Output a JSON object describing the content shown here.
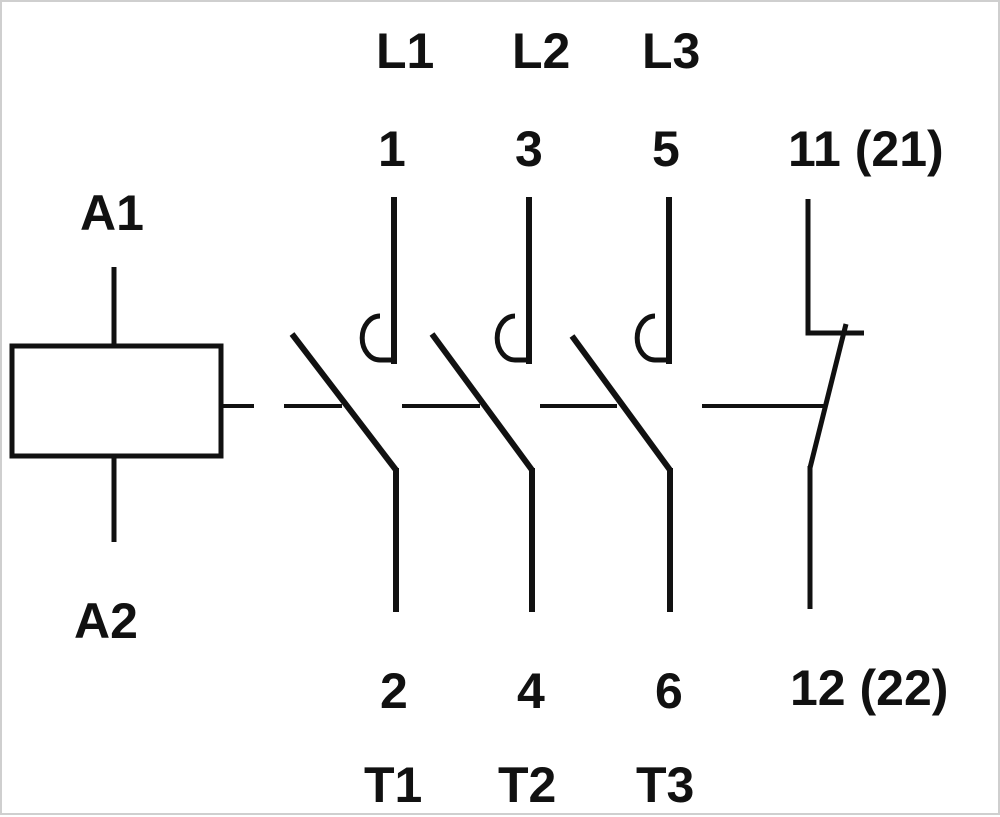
{
  "labels": {
    "coil_top": "A1",
    "coil_bottom": "A2",
    "line_1": "L1",
    "line_2": "L2",
    "line_3": "L3",
    "terminal_1": "1",
    "terminal_3": "3",
    "terminal_5": "5",
    "aux_top": "11 (21)",
    "terminal_2": "2",
    "terminal_4": "4",
    "terminal_6": "6",
    "aux_bottom": "12 (22)",
    "load_1": "T1",
    "load_2": "T2",
    "load_3": "T3"
  },
  "colors": {
    "line": "#111111",
    "background": "#ffffff",
    "frame": "#cfcfcf"
  }
}
